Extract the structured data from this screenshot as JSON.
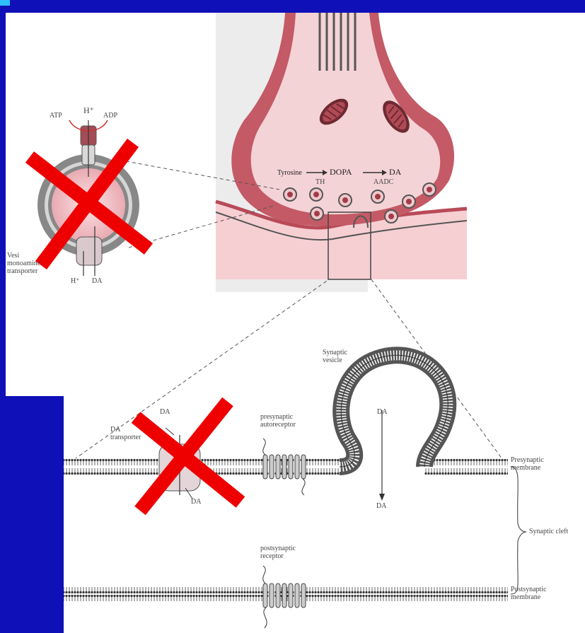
{
  "inset": {
    "atp": "ATP",
    "h_plus_top": "H⁺",
    "adp": "ADP",
    "vmat": "Vesi\nmonoamine\ntransporter",
    "h_plus_bottom": "H⁺",
    "da": "DA"
  },
  "terminal": {
    "tyrosine": "Tyrosine",
    "dopa": "DOPA",
    "da": "DA",
    "th": "TH",
    "aadc": "AADC"
  },
  "synapse": {
    "synaptic_vesicle": "Synaptic\nvesicle",
    "vesicle_da": "DA",
    "released_da": "DA",
    "presynaptic_autoreceptor": "presynaptic\nautoreceptor",
    "da_transporter": "DA\ntransporter",
    "transporter_da_top": "DA",
    "transporter_da_bottom": "DA",
    "presynaptic_membrane": "Presynaptic\nmembrane",
    "synaptic_cleft": "Synaptic cleft",
    "postsynaptic_receptor": "postsynaptic\nreceptor",
    "postsynaptic_membrane": "Postsynaptic\nmembrane"
  },
  "colors": {
    "background": "#1010b8",
    "figure_bg": "#ffffff",
    "neuron_fill": "#f4c9cd",
    "neuron_dark": "#b94a58",
    "membrane": "#555555",
    "cross": "#ee0000"
  }
}
